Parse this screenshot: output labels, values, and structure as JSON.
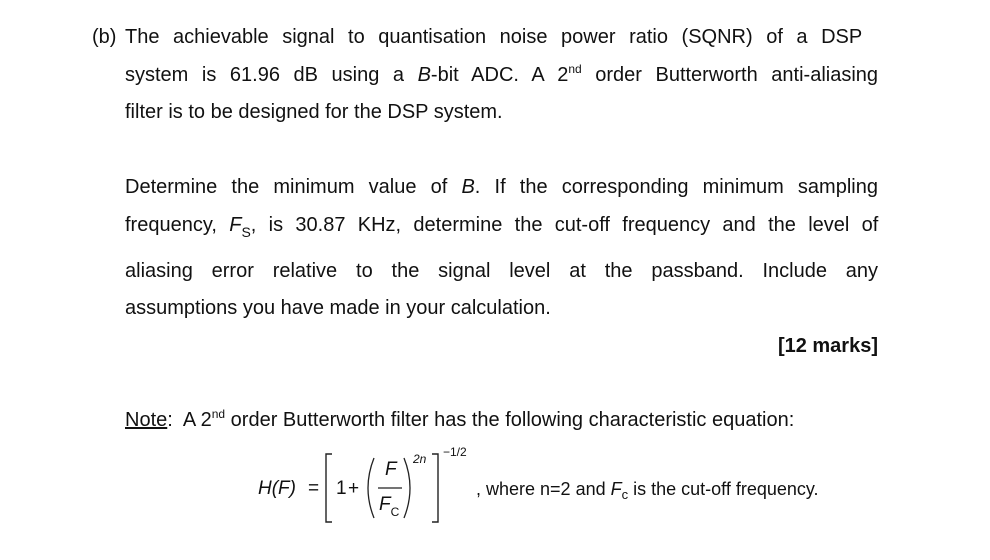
{
  "question": {
    "label": "(b)",
    "para1": {
      "line1": "The achievable signal to quantisation noise power ratio (SQNR) of a DSP",
      "line2_a": "system is 61.96 dB using a ",
      "line2_b": "B",
      "line2_c": "-bit ADC. A 2",
      "line2_sup": "nd",
      "line2_d": " order Butterworth anti-aliasing",
      "line3": "filter is to be designed for the DSP system."
    },
    "para2": {
      "line1_a": "Determine the minimum value of ",
      "line1_b": "B",
      "line1_c": ". If the corresponding minimum sampling",
      "line2_a": "frequency, ",
      "line2_f": "F",
      "line2_s": "S",
      "line2_c": ", is 30.87 KHz, determine the cut-off frequency and the level of",
      "line3": "aliasing error relative to the signal level at the passband. Include any",
      "line4": "assumptions you have made in your calculation."
    },
    "marks": "[12 marks]"
  },
  "note": {
    "label": "Note",
    "colon": ":",
    "text_a": "A 2",
    "sup": "nd",
    "text_b": " order Butterworth filter has the following characteristic equation:"
  },
  "equation": {
    "lhs": "H(F)",
    "equals": "=",
    "one": "1",
    "plus": "+",
    "numerator": "F",
    "denominator_f": "F",
    "denominator_sub": "C",
    "exp_inner": "2n",
    "exp_outer": "−1/2",
    "tail_a": ", where n=2 and ",
    "tail_f": "F",
    "tail_sub": "c",
    "tail_b": " is the cut-off frequency."
  }
}
